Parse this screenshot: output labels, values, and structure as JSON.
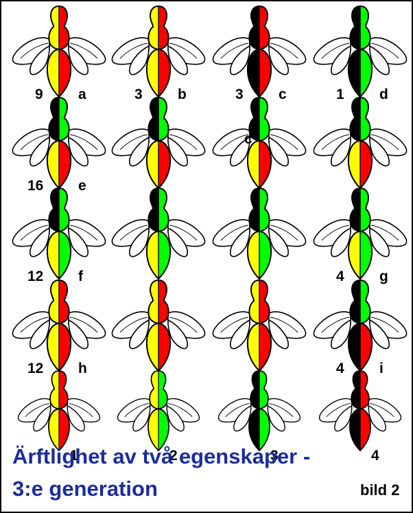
{
  "colors": {
    "yellow": "#ffff00",
    "red": "#ff0000",
    "black": "#000000",
    "green": "#00ff00",
    "title": "#1a2d9a"
  },
  "rows": [
    {
      "insects": [
        {
          "thorax": [
            "yellow",
            "red"
          ],
          "abdomen": [
            "yellow",
            "red"
          ],
          "count": "9",
          "letter": "a"
        },
        {
          "thorax": [
            "yellow",
            "red"
          ],
          "abdomen": [
            "yellow",
            "red"
          ],
          "count": "3",
          "letter": "b"
        },
        {
          "thorax": [
            "black",
            "red"
          ],
          "abdomen": [
            "black",
            "red"
          ],
          "count": "3",
          "letter": "c"
        },
        {
          "thorax": [
            "black",
            "green"
          ],
          "abdomen": [
            "black",
            "green"
          ],
          "count": "1",
          "letter": "d"
        }
      ]
    },
    {
      "insects": [
        {
          "thorax": [
            "black",
            "green"
          ],
          "abdomen": [
            "yellow",
            "red"
          ],
          "count": "16",
          "letter": "e"
        },
        {
          "thorax": [
            "black",
            "green"
          ],
          "abdomen": [
            "yellow",
            "red"
          ],
          "count": "",
          "letter": ""
        },
        {
          "thorax": [
            "black",
            "green"
          ],
          "abdomen": [
            "yellow",
            "red"
          ],
          "count": "",
          "letter": "c"
        },
        {
          "thorax": [
            "black",
            "green"
          ],
          "abdomen": [
            "yellow",
            "red"
          ],
          "count": "",
          "letter": ""
        }
      ]
    },
    {
      "insects": [
        {
          "thorax": [
            "black",
            "green"
          ],
          "abdomen": [
            "yellow",
            "green"
          ],
          "count": "12",
          "letter": "f"
        },
        {
          "thorax": [
            "black",
            "green"
          ],
          "abdomen": [
            "yellow",
            "green"
          ],
          "count": "",
          "letter": ""
        },
        {
          "thorax": [
            "black",
            "green"
          ],
          "abdomen": [
            "yellow",
            "green"
          ],
          "count": "",
          "letter": ""
        },
        {
          "thorax": [
            "black",
            "green"
          ],
          "abdomen": [
            "yellow",
            "green"
          ],
          "count": "4",
          "letter": "g"
        }
      ]
    },
    {
      "insects": [
        {
          "thorax": [
            "yellow",
            "red"
          ],
          "abdomen": [
            "yellow",
            "red"
          ],
          "count": "12",
          "letter": "h"
        },
        {
          "thorax": [
            "yellow",
            "red"
          ],
          "abdomen": [
            "yellow",
            "red"
          ],
          "count": "",
          "letter": ""
        },
        {
          "thorax": [
            "yellow",
            "red"
          ],
          "abdomen": [
            "yellow",
            "red"
          ],
          "count": "",
          "letter": ""
        },
        {
          "thorax": [
            "black",
            "green"
          ],
          "abdomen": [
            "black",
            "red"
          ],
          "count": "4",
          "letter": "i"
        }
      ]
    }
  ],
  "parents": [
    {
      "thorax": [
        "yellow",
        "red"
      ],
      "abdomen": [
        "yellow",
        "red"
      ],
      "label": "1"
    },
    {
      "thorax": [
        "yellow",
        "green"
      ],
      "abdomen": [
        "yellow",
        "green"
      ],
      "label": "2"
    },
    {
      "thorax": [
        "black",
        "green"
      ],
      "abdomen": [
        "black",
        "green"
      ],
      "label": "3"
    },
    {
      "thorax": [
        "black",
        "red"
      ],
      "abdomen": [
        "black",
        "red"
      ],
      "label": "4"
    }
  ],
  "caption": {
    "line1": "Ärftlighet av två egenskaper -",
    "line2": "3:e generation"
  },
  "figure_label": "bild 2"
}
